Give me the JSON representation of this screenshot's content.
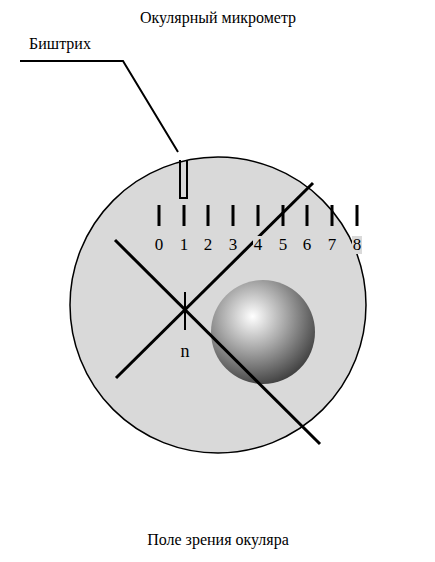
{
  "diagram": {
    "title": "Окулярный микрометр",
    "caption": "Поле зрения окуляра",
    "labels": [
      "Биштрих",
      "0",
      "1",
      "2",
      "3",
      "4",
      "5",
      "6",
      "7",
      "8",
      "n"
    ]
  }
}
